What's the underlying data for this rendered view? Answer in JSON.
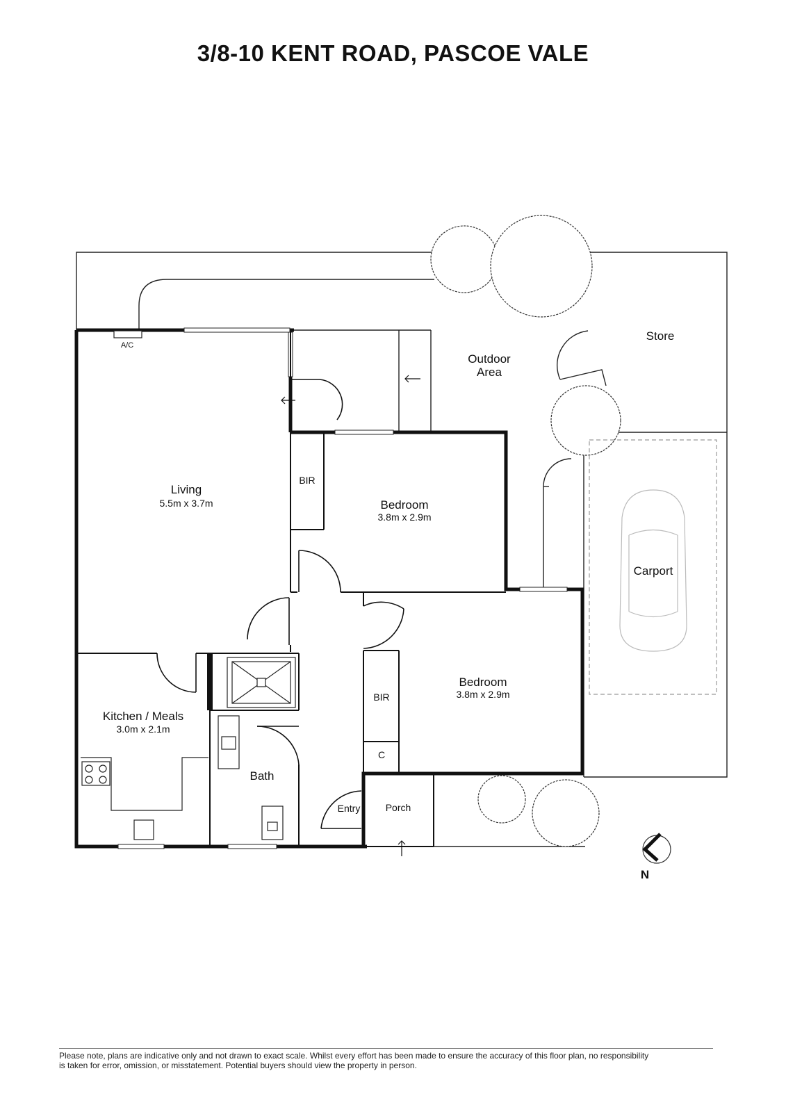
{
  "title": "3/8-10 KENT ROAD, PASCOE VALE",
  "rooms": {
    "living": {
      "name": "Living",
      "dims": "5.5m x 3.7m"
    },
    "bedroom1": {
      "name": "Bedroom",
      "dims": "3.8m x 2.9m"
    },
    "bedroom2": {
      "name": "Bedroom",
      "dims": "3.8m x 2.9m"
    },
    "kitchen": {
      "name": "Kitchen / Meals",
      "dims": "3.0m x 2.1m"
    },
    "bath": {
      "name": "Bath"
    },
    "entry": {
      "name": "Entry"
    },
    "porch": {
      "name": "Porch"
    },
    "carport": {
      "name": "Carport"
    },
    "store": {
      "name": "Store"
    },
    "outdoor": {
      "line1": "Outdoor",
      "line2": "Area"
    },
    "bir1": "BIR",
    "bir2": "BIR",
    "cupboard": "C",
    "ac": "A/C"
  },
  "compass": {
    "label": "N"
  },
  "disclaimer": {
    "line1": "Please note, plans are indicative only and not drawn to exact scale. Whilst every effort has been made to ensure the accuracy of this floor plan, no responsibility",
    "line2": "is taken for error, omission, or misstatement. Potential buyers should view the property in person."
  }
}
